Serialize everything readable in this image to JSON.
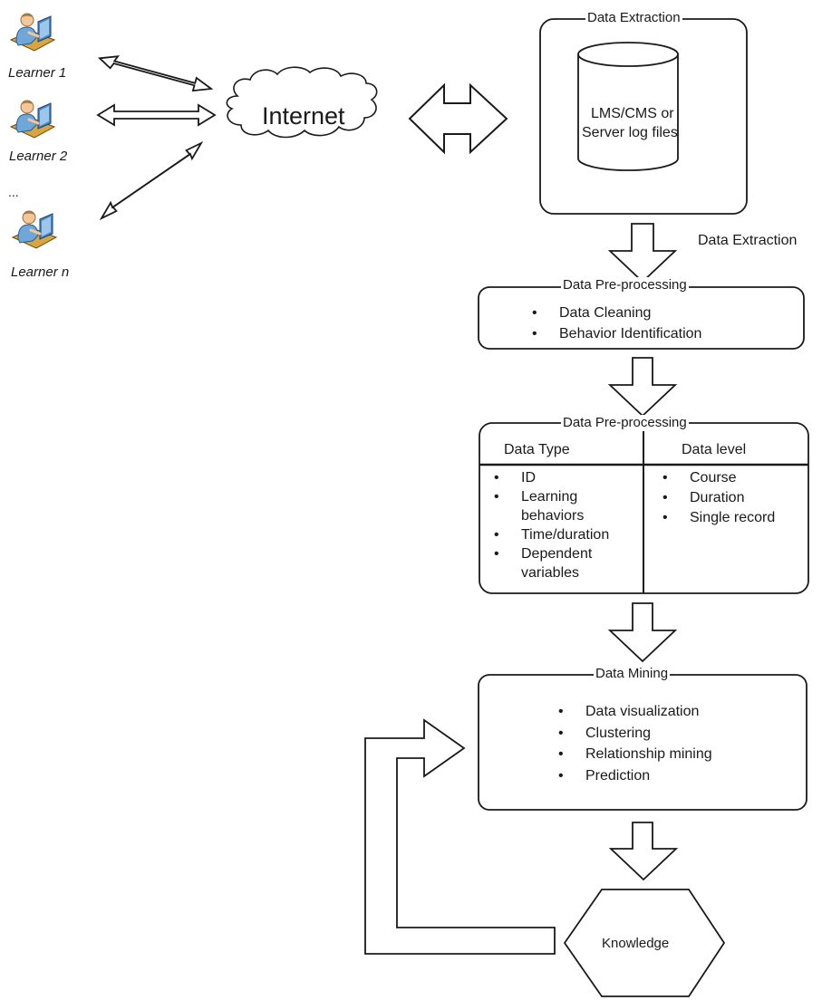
{
  "learners": [
    {
      "label": "Learner 1"
    },
    {
      "label": "Learner 2"
    },
    {
      "label": "Learner n"
    }
  ],
  "ellipsis": "...",
  "internet": {
    "label": "Internet"
  },
  "data_extraction_box": {
    "title": "Data Extraction",
    "storage_label_line1": "LMS/CMS or",
    "storage_label_line2": "Server log files"
  },
  "data_extraction_arrow_label": "Data Extraction",
  "preprocessing_1": {
    "title": "Data Pre-processing",
    "items": [
      "Data Cleaning",
      "Behavior Identification"
    ]
  },
  "preprocessing_2": {
    "title": "Data Pre-processing",
    "data_type": {
      "heading": "Data Type",
      "items": [
        "ID",
        "Learning behaviors",
        "Time/duration",
        "Dependent variables"
      ],
      "lines": [
        "ID",
        "Learning",
        "behaviors",
        "Time/duration",
        "Dependent",
        "variables"
      ]
    },
    "data_level": {
      "heading": "Data level",
      "items": [
        "Course",
        "Duration",
        "Single record"
      ]
    }
  },
  "data_mining": {
    "title": "Data Mining",
    "items": [
      "Data visualization",
      "Clustering",
      "Relationship mining",
      "Prediction"
    ]
  },
  "knowledge": {
    "label": "Knowledge"
  },
  "icons": {
    "learner": "person-at-computer-icon",
    "cloud": "cloud-icon",
    "storage": "database-cylinder-icon"
  },
  "colors": {
    "stroke": "#1a1a1a",
    "skin": "#f2c79a",
    "shirt": "#6fa7d8",
    "desk": "#d9a541",
    "monitor": "#4a88c4"
  }
}
